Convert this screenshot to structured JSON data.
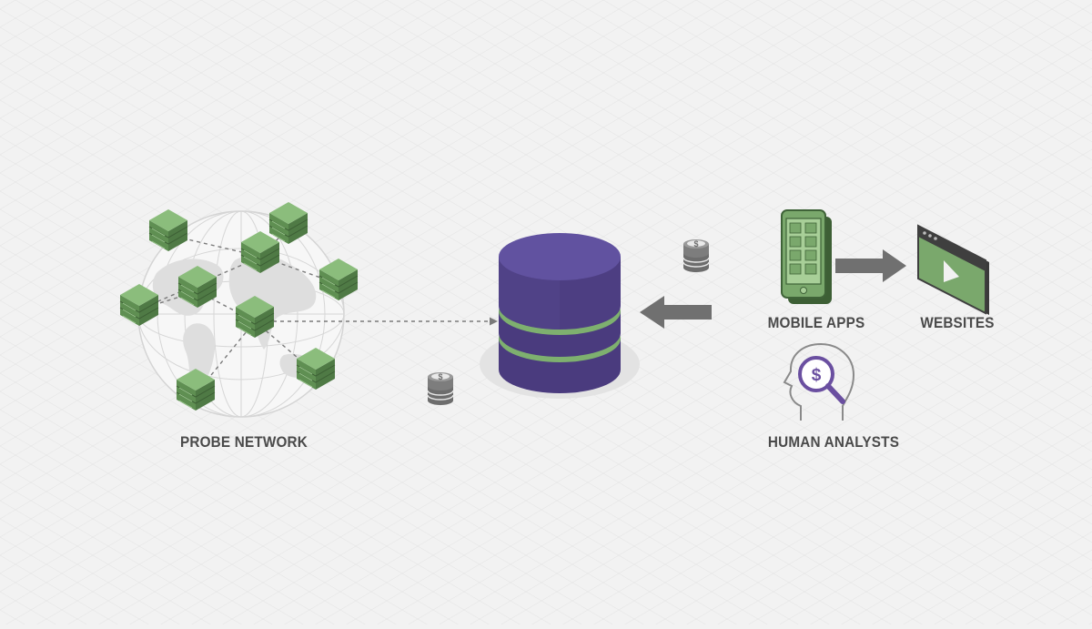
{
  "labels": {
    "probe_network": "PROBE NETWORK",
    "mobile_apps": "MOBILE APPS",
    "websites": "WEBSITES",
    "human_analysts": "HUMAN ANALYSTS"
  },
  "colors": {
    "background": "#f2f2f2",
    "server_green": "#7aa86c",
    "server_green_dark": "#4f7a45",
    "database_purple": "#5b4b8a",
    "database_purple_dark": "#3f3270",
    "database_band": "#7eb06f",
    "arrow_gray": "#707070",
    "label_gray": "#4a4a4a",
    "analyst_purple": "#6a4fa0"
  },
  "icons": {
    "coin_stack": "coin-stack-icon",
    "phone": "phone-icon",
    "browser": "browser-window-icon",
    "analyst": "analyst-head-icon"
  }
}
